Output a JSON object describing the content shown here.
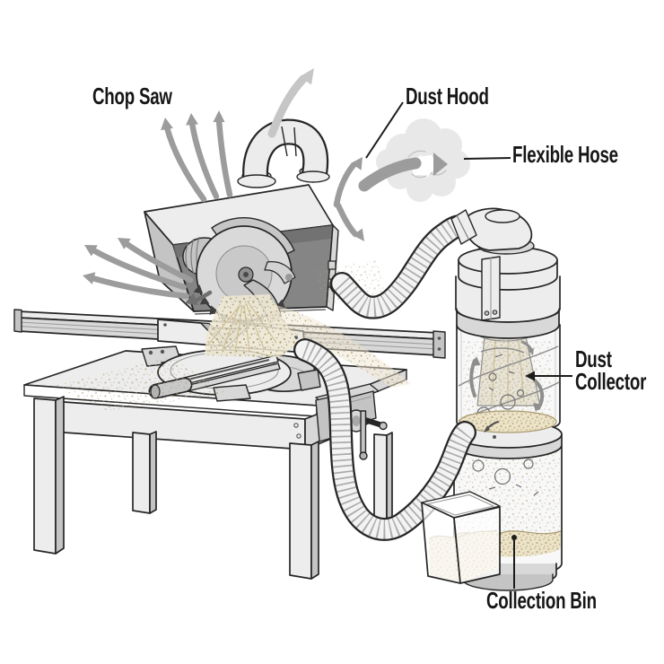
{
  "diagram": {
    "labels": {
      "chop_saw": "Chop Saw",
      "dust_hood": "Dust Hood",
      "flexible_hose": "Flexible Hose",
      "dust_collector": "Dust Collector",
      "collection_bin": "Collection Bin"
    },
    "colors": {
      "background": "#ffffff",
      "line": "#262626",
      "label": "#161616",
      "metal_light": "#ededed",
      "metal_mid": "#d8d8d8",
      "metal_gray": "#c4c4c4",
      "hood_interior": "#858585",
      "arrow": "#9c9c9c",
      "arrow_light": "#c6c6c6",
      "dust_cloud": "#e8e8e8",
      "sawdust": "#ece3c9",
      "sawdust_speckle": "#b3a376",
      "glass": "#f8f8f8"
    }
  }
}
